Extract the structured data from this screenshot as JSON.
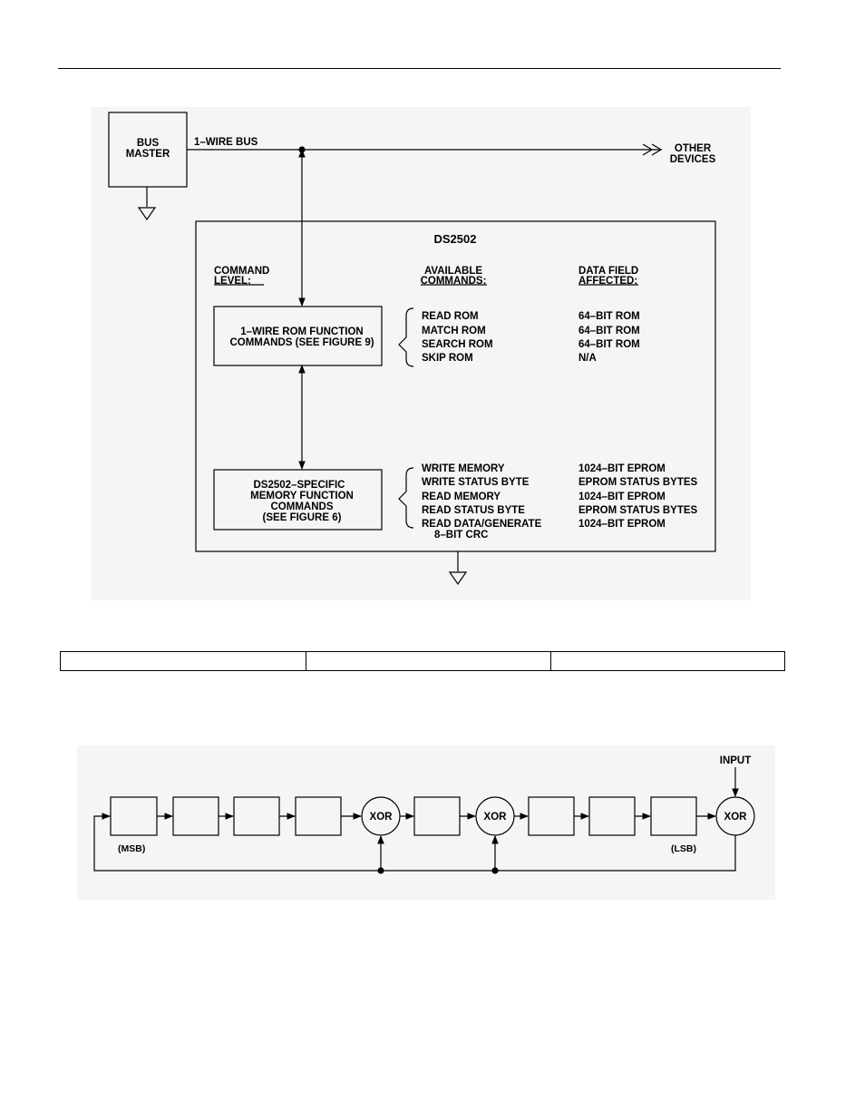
{
  "hierarchy_diagram": {
    "bus_master": [
      "BUS",
      "MASTER"
    ],
    "bus_label": "1–WIRE BUS",
    "other_devices": [
      "OTHER",
      "DEVICES"
    ],
    "device_title": "DS2502",
    "headers": {
      "command_level": [
        "COMMAND",
        "LEVEL:"
      ],
      "available_commands": [
        "AVAILABLE",
        "COMMANDS:"
      ],
      "data_field": [
        "DATA FIELD",
        "AFFECTED:"
      ]
    },
    "rom_box": [
      "1–WIRE ROM FUNCTION",
      "COMMANDS (SEE FIGURE 9)"
    ],
    "memory_box": [
      "DS2502–SPECIFIC",
      "MEMORY FUNCTION",
      "COMMANDS",
      "(SEE FIGURE 6)"
    ],
    "rom_commands": [
      {
        "command": "READ ROM",
        "field": "64–BIT ROM"
      },
      {
        "command": "MATCH ROM",
        "field": "64–BIT ROM"
      },
      {
        "command": "SEARCH ROM",
        "field": "64–BIT ROM"
      },
      {
        "command": "SKIP ROM",
        "field": "N/A"
      }
    ],
    "memory_commands": [
      {
        "command": "WRITE MEMORY",
        "field": "1024–BIT EPROM"
      },
      {
        "command": "WRITE STATUS  BYTE",
        "field": "EPROM STATUS BYTES"
      },
      {
        "command": "READ MEMORY",
        "field": "1024–BIT EPROM"
      },
      {
        "command": "READ STATUS  BYTE",
        "field": "EPROM STATUS BYTES"
      },
      {
        "command": "READ DATA/GENERATE",
        "field": "1024–BIT EPROM"
      }
    ],
    "memory_command_continuation": "8–BIT CRC"
  },
  "crc_diagram": {
    "input_label": "INPUT",
    "xor_label": "XOR",
    "msb_label": "(MSB)",
    "lsb_label": "(LSB)"
  }
}
